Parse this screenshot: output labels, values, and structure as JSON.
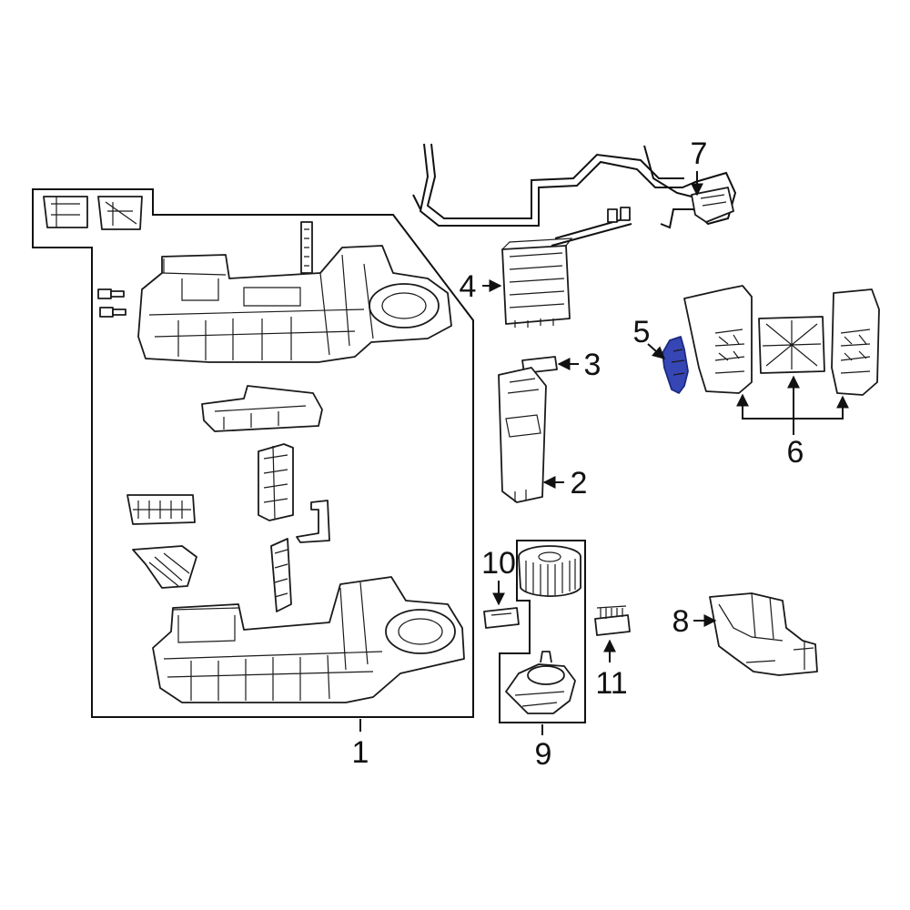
{
  "diagram": {
    "highlight_color": "#3646b4",
    "callouts": [
      {
        "id": "c1",
        "label": "1"
      },
      {
        "id": "c2",
        "label": "2"
      },
      {
        "id": "c3",
        "label": "3"
      },
      {
        "id": "c4",
        "label": "4"
      },
      {
        "id": "c5",
        "label": "5"
      },
      {
        "id": "c6",
        "label": "6"
      },
      {
        "id": "c7",
        "label": "7"
      },
      {
        "id": "c8",
        "label": "8"
      },
      {
        "id": "c9",
        "label": "9"
      },
      {
        "id": "c10",
        "label": "10"
      },
      {
        "id": "c11",
        "label": "11"
      }
    ]
  }
}
